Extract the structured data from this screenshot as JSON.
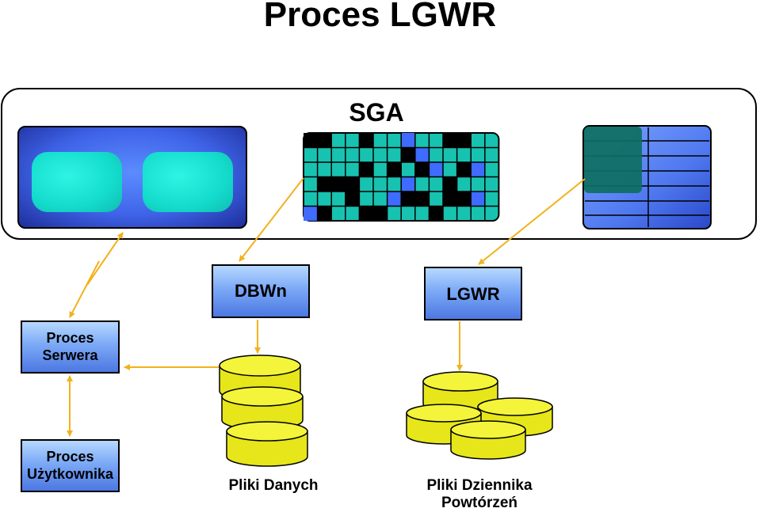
{
  "title": "Proces LGWR",
  "sga": {
    "label": "SGA"
  },
  "processes": {
    "dbwn": "DBWn",
    "lgwr": "LGWR",
    "server": {
      "line1": "Proces",
      "line2": "Serwera"
    },
    "user": {
      "line1": "Proces",
      "line2": "Użytkownika"
    }
  },
  "files": {
    "data": "Pliki Danych",
    "redo": {
      "line1": "Pliki Dziennika",
      "line2": "Powtórzeń"
    }
  },
  "colors": {
    "arrow": "#f2b21c",
    "cylinder": "#e6e61a",
    "grid_teal": "#18c2b0",
    "grid_blue": "#3f6bff",
    "box_blue": "#6b9bf2"
  }
}
